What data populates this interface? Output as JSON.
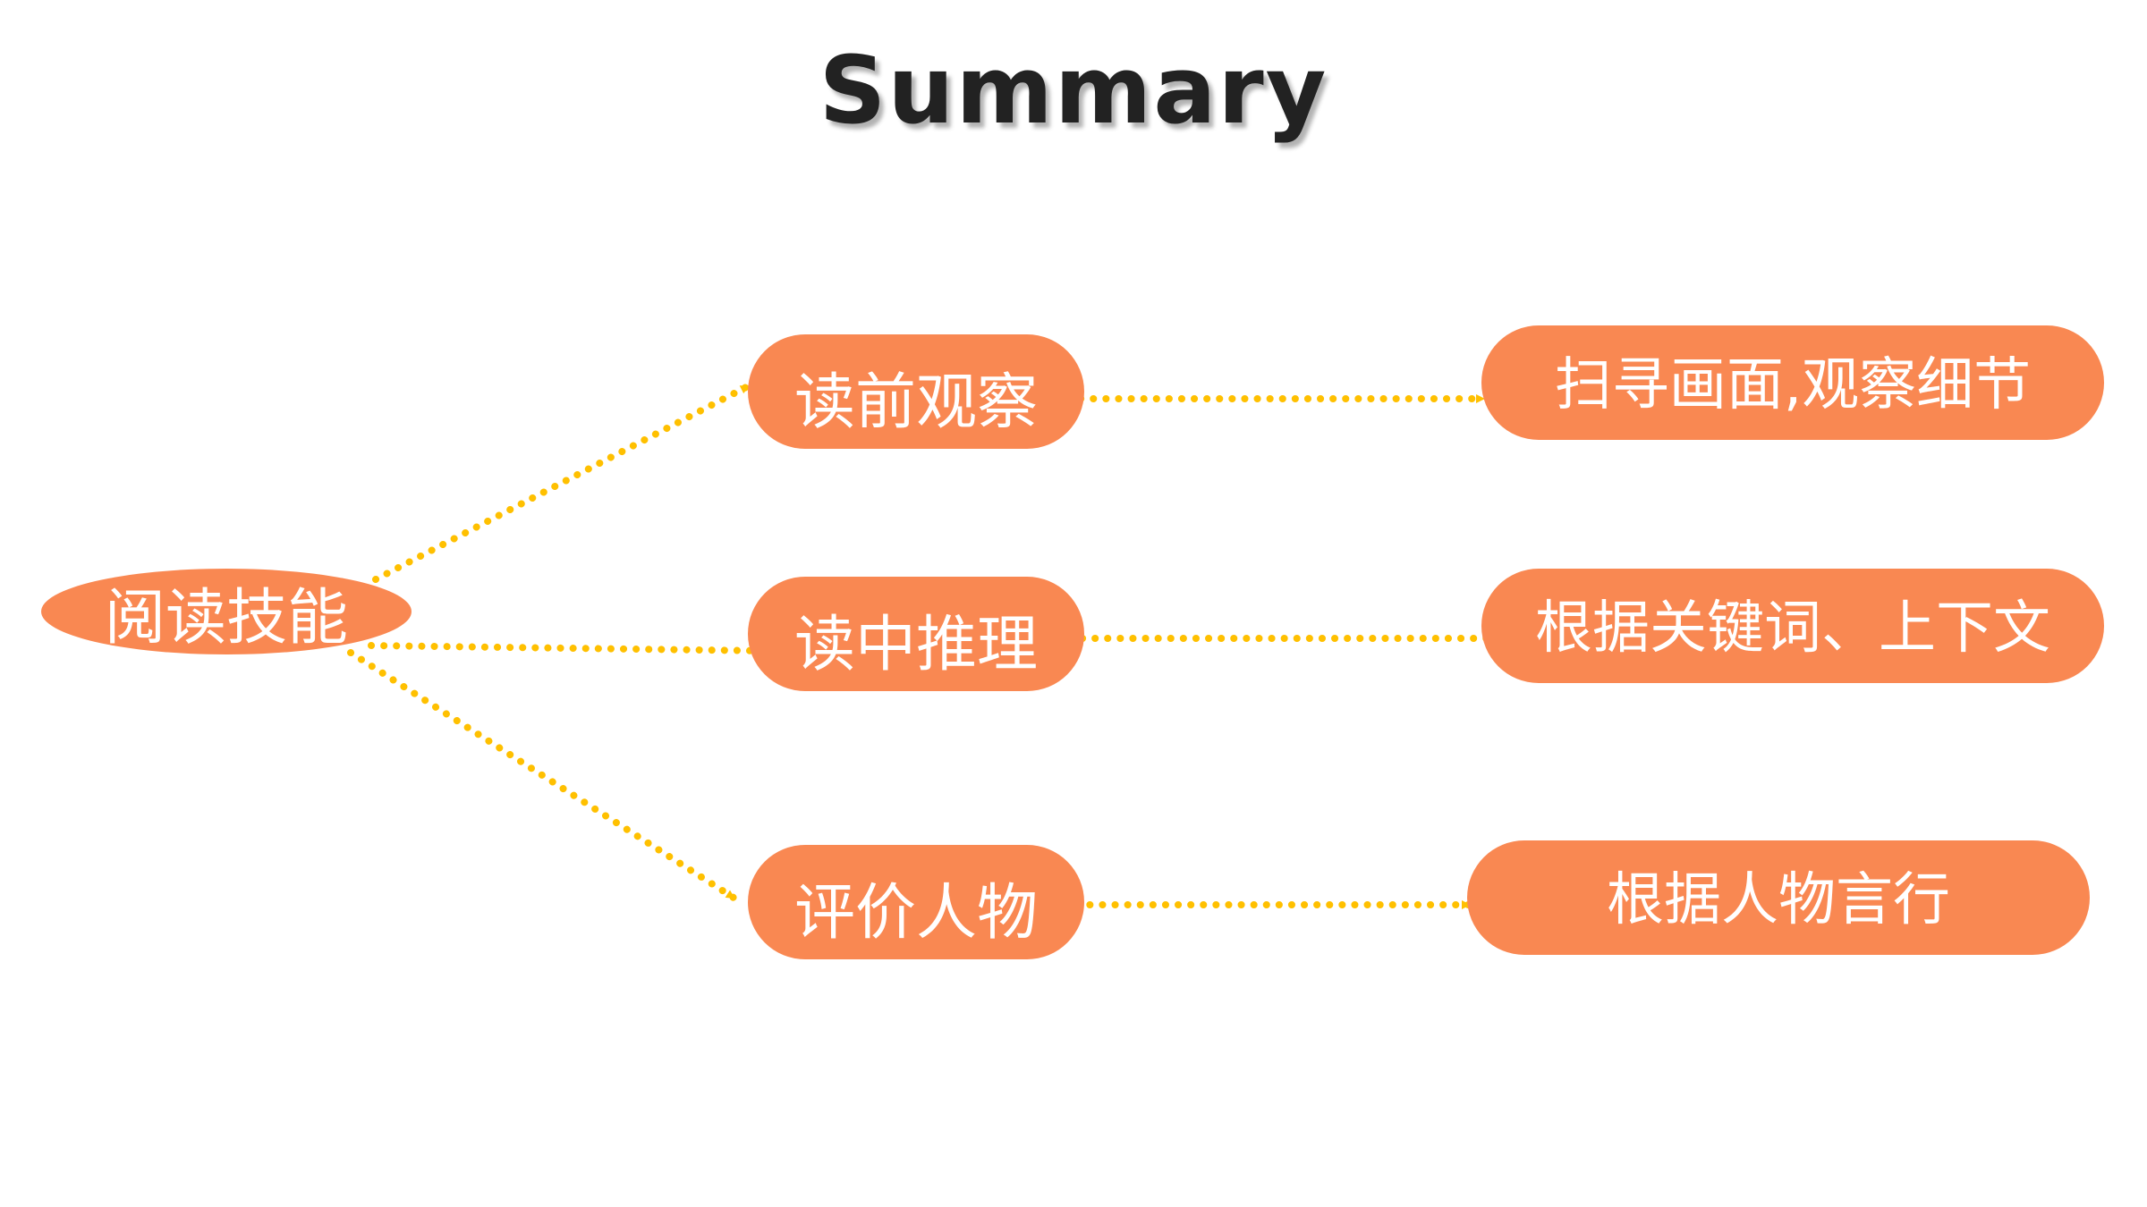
{
  "title": "Summary",
  "colors": {
    "node_fill": "#F98852",
    "node_text": "#FFFFFF",
    "connector": "#FFC000",
    "title_text": "#222222"
  },
  "root": {
    "label": "阅读技能"
  },
  "branches": [
    {
      "label": "读前观察",
      "detail": "扫寻画面,观察细节"
    },
    {
      "label": "读中推理",
      "detail": "根据关键词、上下文"
    },
    {
      "label": "评价人物",
      "detail": "根据人物言行"
    }
  ]
}
